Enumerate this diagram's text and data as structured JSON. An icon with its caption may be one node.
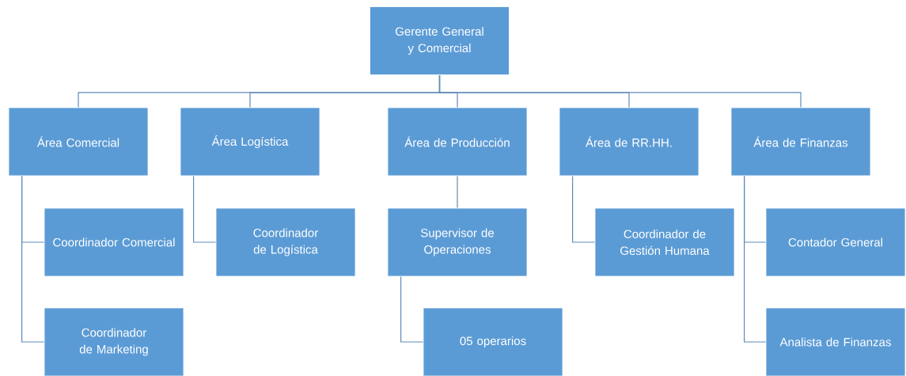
{
  "diagram": {
    "nodes": [
      {
        "text": [
          "Gerente General y Comercial"
        ]
      },
      {
        "text": [
          "Área Comercial"
        ]
      },
      {
        "text": [
          "Área Logística"
        ]
      },
      {
        "text": [
          "Área de Producción"
        ]
      },
      {
        "text": [
          "Área de RR.HH."
        ]
      },
      {
        "text": [
          "Área de Finanzas"
        ]
      },
      {
        "text": [
          "Coordinador Comercial"
        ]
      },
      {
        "text": [
          "Coordinador de Marketing"
        ]
      },
      {
        "text": [
          "Coordinador de Logística"
        ]
      },
      {
        "text": [
          "Supervisor de Operaciones"
        ]
      },
      {
        "text": [
          "05 operarios"
        ]
      },
      {
        "text": [
          "Coordinador de Gestión Humana"
        ]
      },
      {
        "text": [
          "Contador General"
        ]
      },
      {
        "text": [
          "Analista de Finanzas"
        ]
      }
    ],
    "edges": [
      {
        "from": 0,
        "to": 1,
        "arrow": "none"
      },
      {
        "from": 0,
        "to": 2,
        "arrow": "none"
      },
      {
        "from": 0,
        "to": 3,
        "arrow": "none"
      },
      {
        "from": 0,
        "to": 4,
        "arrow": "none"
      },
      {
        "from": 0,
        "to": 5,
        "arrow": "none"
      },
      {
        "from": 1,
        "to": 6,
        "arrow": "none"
      },
      {
        "from": 1,
        "to": 7,
        "arrow": "none"
      },
      {
        "from": 2,
        "to": 8,
        "arrow": "none"
      },
      {
        "from": 3,
        "to": 9,
        "arrow": "none"
      },
      {
        "from": 9,
        "to": 10,
        "arrow": "none"
      },
      {
        "from": 4,
        "to": 11,
        "arrow": "none"
      },
      {
        "from": 5,
        "to": 12,
        "arrow": "none"
      },
      {
        "from": 5,
        "to": 13,
        "arrow": "none"
      }
    ]
  }
}
